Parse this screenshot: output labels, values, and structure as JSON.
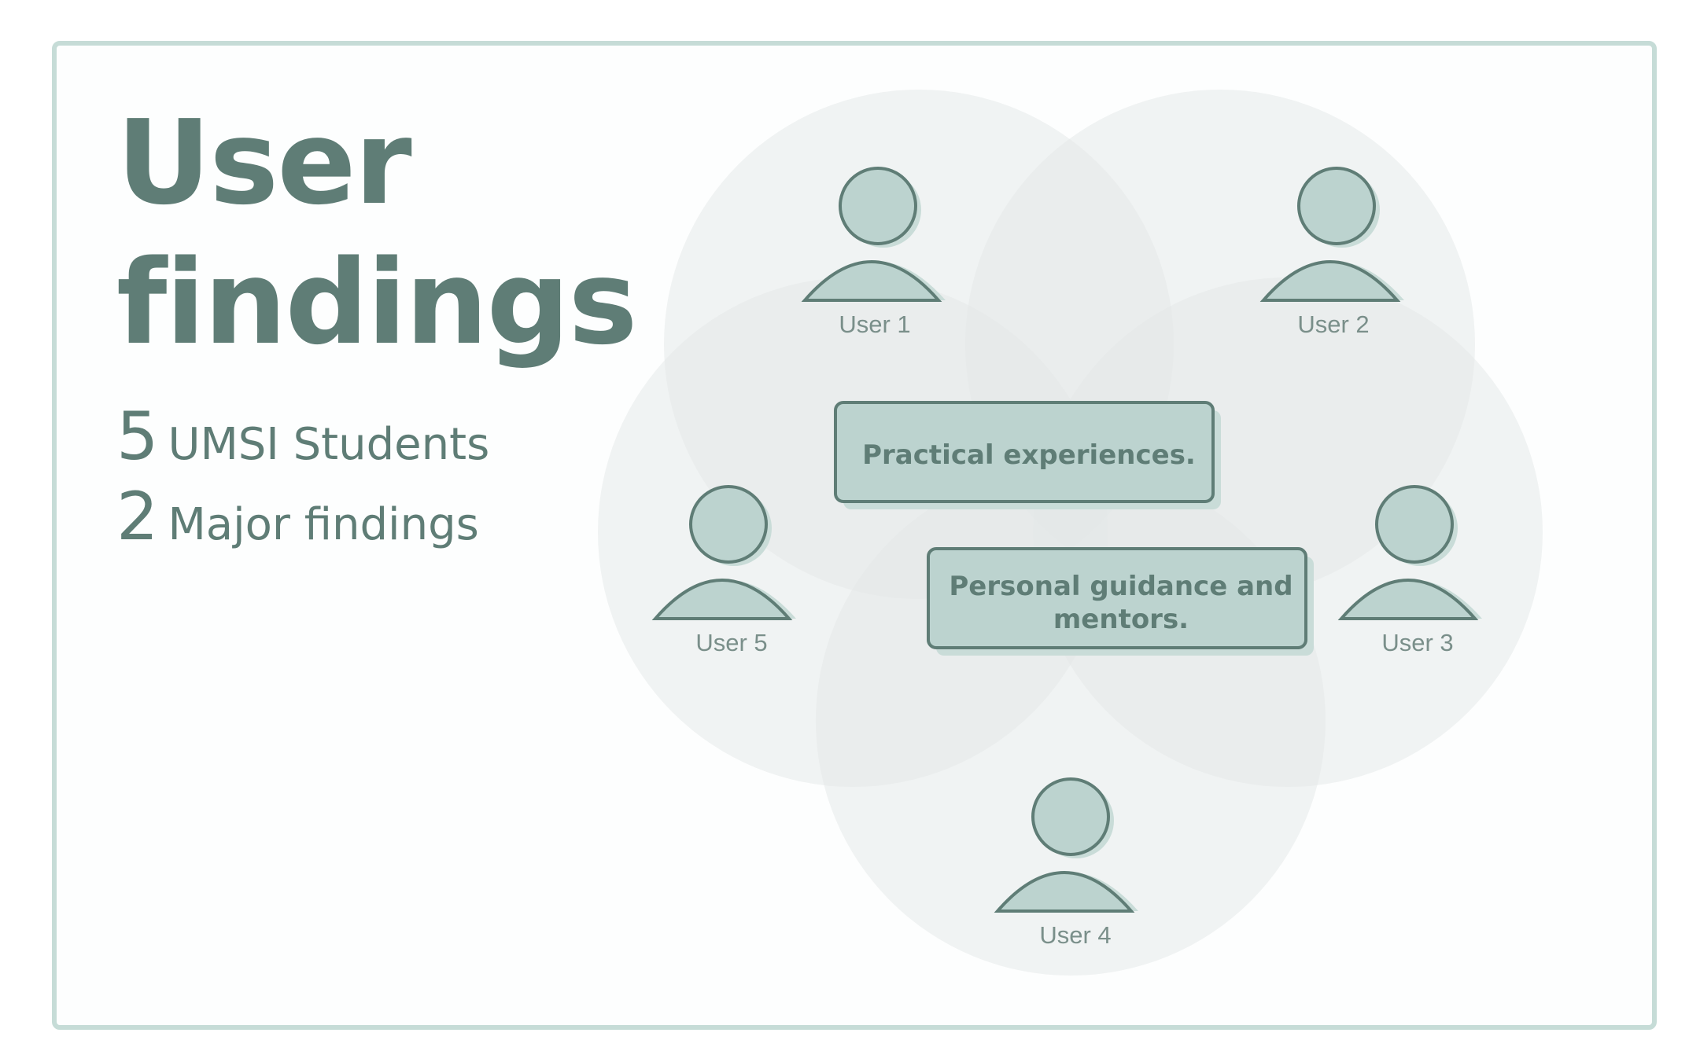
{
  "title_line1": "User",
  "title_line2": "findings",
  "stats": [
    {
      "number": "5",
      "label": "UMSI Students"
    },
    {
      "number": "2",
      "label": "Major findings"
    }
  ],
  "users": [
    "User 1",
    "User 2",
    "User 3",
    "User 4",
    "User 5"
  ],
  "findings": [
    {
      "lines": [
        "Practical experiences."
      ]
    },
    {
      "lines": [
        "Personal guidance and",
        "mentors."
      ]
    }
  ],
  "colors": {
    "accent": "#5f7d76",
    "icon_fill": "#bcd3cf",
    "circle_fill": "#e3e7e7",
    "frame_border": "#c6dcd7"
  },
  "icons": [
    "user-icon"
  ]
}
